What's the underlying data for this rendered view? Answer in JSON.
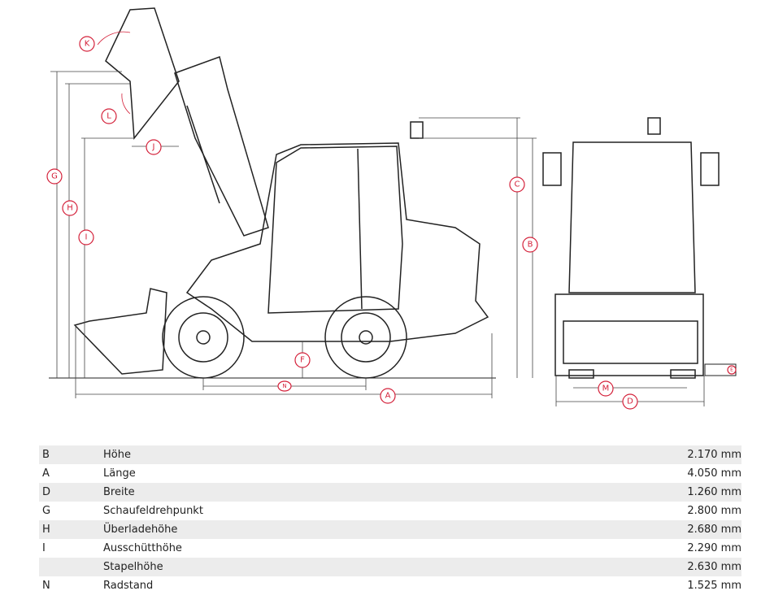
{
  "diagram": {
    "labels": {
      "K": "K",
      "L": "L",
      "J": "J",
      "G": "G",
      "H": "H",
      "I": "I",
      "C": "C",
      "B": "B",
      "F": "F",
      "N": "N",
      "A": "A",
      "M": "M",
      "D": "D",
      "E": "E"
    },
    "colors": {
      "accent": "#d4213a",
      "line": "#222222"
    }
  },
  "specs": [
    {
      "code": "B",
      "name": "Höhe",
      "value": "2.170 mm"
    },
    {
      "code": "A",
      "name": "Länge",
      "value": "4.050 mm"
    },
    {
      "code": "D",
      "name": "Breite",
      "value": "1.260 mm"
    },
    {
      "code": "G",
      "name": "Schaufeldrehpunkt",
      "value": "2.800 mm"
    },
    {
      "code": "H",
      "name": "Überladehöhe",
      "value": "2.680 mm"
    },
    {
      "code": "I",
      "name": "Ausschütthöhe",
      "value": "2.290 mm"
    },
    {
      "code": "",
      "name": "Stapelhöhe",
      "value": "2.630 mm"
    },
    {
      "code": "N",
      "name": "Radstand",
      "value": "1.525 mm"
    }
  ]
}
